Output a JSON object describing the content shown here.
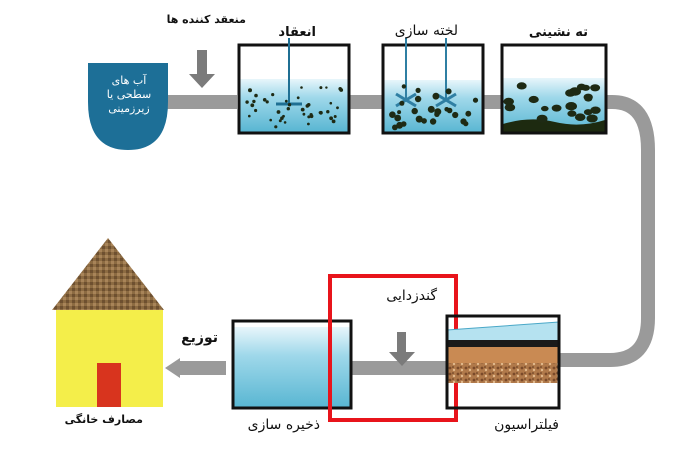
{
  "labels": {
    "coagulant": "منعقد کننده ها",
    "coagulation": "انعقاد",
    "flocculation": "لخته سازی",
    "sedimentation": "ته نشینی",
    "disinfection": "گندزدایی",
    "distribution": "توزیع",
    "consumption": "مصارف خانگی",
    "storage": "ذخیره سازی",
    "filtration": "فیلتراسیون"
  },
  "source": {
    "line1": "آب های",
    "line2": "سطحی یا",
    "line3": "زیرزمینی"
  },
  "colors": {
    "water": "#8fd0e2",
    "pipe": "#9a9a9a",
    "source_tank": "#1d6f97",
    "sludge": "#1d2a10",
    "house_wall": "#f4ee4a",
    "house_door": "#d8341e",
    "roof": "#8c6b42",
    "highlight": "#e8141b",
    "sand": "#c98a53",
    "gravel": "#7a4a2a"
  }
}
